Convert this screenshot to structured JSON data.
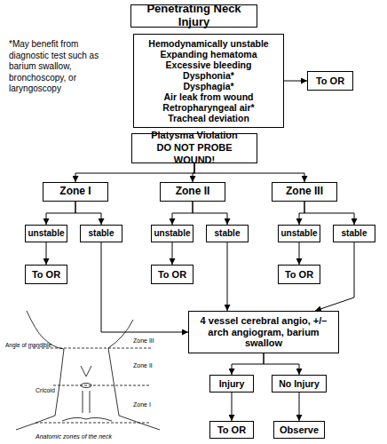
{
  "diagram": {
    "title": "Penetrating Neck Injury",
    "nodes": [
      {
        "text": [
          "Penetrating Neck Injury"
        ]
      },
      {
        "text": [
          "Hemodynamically unstable",
          "Expanding hematoma",
          "Excessive bleeding",
          "Dysphonia*",
          "Dysphagia*",
          "Air leak from wound",
          "Retropharyngeal air*",
          "Tracheal deviation"
        ]
      },
      {
        "text": [
          "To OR"
        ]
      },
      {
        "text": [
          "Platysma Violation",
          "DO NOT PROBE WOUND!"
        ]
      },
      {
        "text": [
          "Zone I"
        ]
      },
      {
        "text": [
          "Zone II"
        ]
      },
      {
        "text": [
          "Zone III"
        ]
      },
      {
        "text": [
          "unstable"
        ]
      },
      {
        "text": [
          "stable"
        ]
      },
      {
        "text": [
          "unstable"
        ]
      },
      {
        "text": [
          "stable"
        ]
      },
      {
        "text": [
          "unstable"
        ]
      },
      {
        "text": [
          "stable"
        ]
      },
      {
        "text": [
          "To OR"
        ]
      },
      {
        "text": [
          "To OR"
        ]
      },
      {
        "text": [
          "To OR"
        ]
      },
      {
        "text": [
          "4 vessel cerebral angio, +/– arch angiogram, barium swallow"
        ]
      },
      {
        "text": [
          "Injury"
        ]
      },
      {
        "text": [
          "No Injury"
        ]
      },
      {
        "text": [
          "To OR"
        ]
      },
      {
        "text": [
          "Observe"
        ]
      }
    ],
    "edges": [
      {
        "from": 1,
        "to": 2,
        "arrow": "to"
      },
      {
        "from": 3,
        "to": 4,
        "arrow": "to"
      },
      {
        "from": 3,
        "to": 5,
        "arrow": "to"
      },
      {
        "from": 3,
        "to": 6,
        "arrow": "to"
      },
      {
        "from": 4,
        "to": 7,
        "arrow": "to"
      },
      {
        "from": 4,
        "to": 8,
        "arrow": "to"
      },
      {
        "from": 5,
        "to": 9,
        "arrow": "to"
      },
      {
        "from": 5,
        "to": 10,
        "arrow": "to"
      },
      {
        "from": 6,
        "to": 11,
        "arrow": "to"
      },
      {
        "from": 6,
        "to": 12,
        "arrow": "to"
      },
      {
        "from": 7,
        "to": 13,
        "arrow": "to"
      },
      {
        "from": 9,
        "to": 14,
        "arrow": "to"
      },
      {
        "from": 11,
        "to": 15,
        "arrow": "to"
      },
      {
        "from": 8,
        "to": 16,
        "arrow": "to"
      },
      {
        "from": 10,
        "to": 16,
        "arrow": "to"
      },
      {
        "from": 12,
        "to": 16,
        "arrow": "to"
      },
      {
        "from": 16,
        "to": 17,
        "arrow": "to"
      },
      {
        "from": 16,
        "to": 18,
        "arrow": "to"
      },
      {
        "from": 17,
        "to": 19,
        "arrow": "to"
      },
      {
        "from": 18,
        "to": 20,
        "arrow": "to"
      }
    ],
    "labels": [
      "*May benefit from diagnostic test such as barium swallow, bronchoscopy, or laryngoscopy",
      "Angle of mandible",
      "Zone III",
      "Zone II",
      "Cricoid",
      "Zone I",
      "Anatomic zones of the neck"
    ]
  }
}
